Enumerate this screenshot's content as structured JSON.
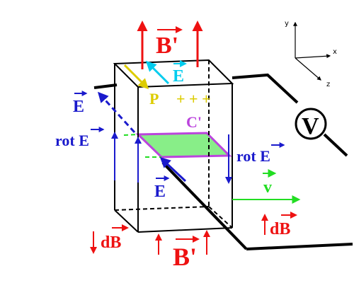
{
  "labels": {
    "b_prime_top": "B'",
    "b_prime_bottom": "B'",
    "e_top": "E",
    "e_left": "E",
    "e_inner": "E",
    "rot_e_left": "rot E",
    "rot_e_right": "rot E",
    "p": "P",
    "charges": "+ + +",
    "c_prime": "C'",
    "v": "v",
    "db_left": "dB",
    "db_right": "dB",
    "voltmeter": "V",
    "axis_x": "x",
    "axis_y": "y",
    "axis_z": "z"
  },
  "colors": {
    "magnetic": "#ee1111",
    "electric": "#1a1acc",
    "electric_light": "#00ccee",
    "p_point": "#ddcc00",
    "contour": "#bb44dd",
    "contour_fill": "#88ee88",
    "velocity": "#22dd22",
    "circuit": "#000000"
  }
}
